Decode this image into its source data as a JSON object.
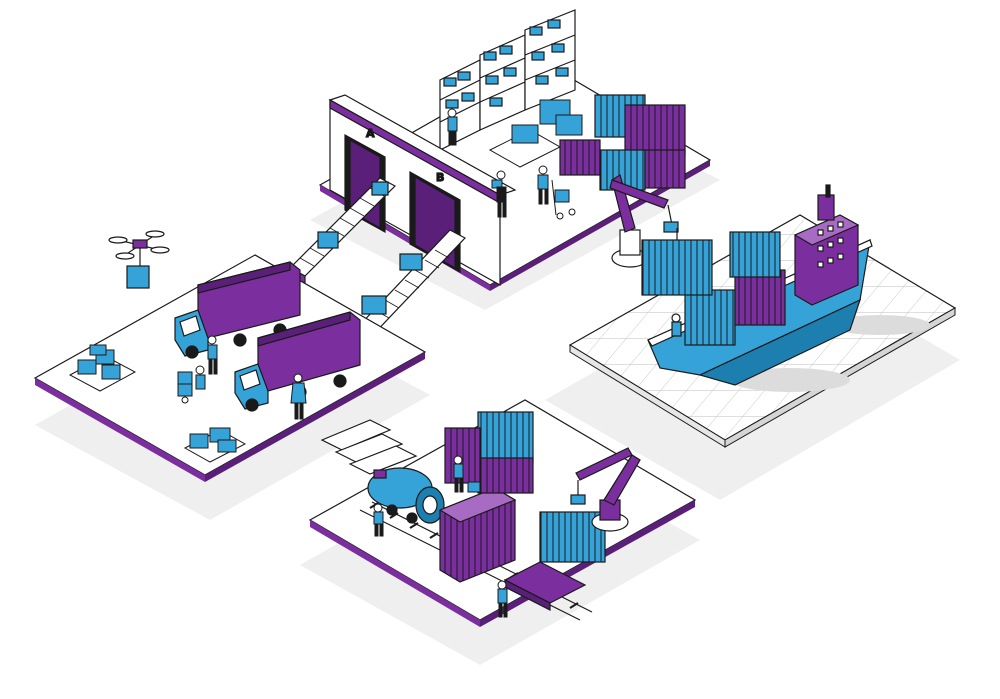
{
  "colors": {
    "purple": "#7b2f9e",
    "purple_dark": "#5a1f78",
    "blue": "#35a3d8",
    "blue_dark": "#1d7fb0",
    "outline": "#1a1a1a",
    "platform": "#ffffff",
    "shadow": "#ececec"
  },
  "gates": {
    "a_label": "A",
    "b_label": "B"
  },
  "zones": [
    {
      "name": "warehouse",
      "icon": "warehouse-icon"
    },
    {
      "name": "truck-loading-dock",
      "icon": "truck-icon"
    },
    {
      "name": "cargo-ship-port",
      "icon": "ship-icon"
    },
    {
      "name": "rail-freight-yard",
      "icon": "train-icon"
    },
    {
      "name": "delivery-drone",
      "icon": "drone-icon"
    }
  ]
}
